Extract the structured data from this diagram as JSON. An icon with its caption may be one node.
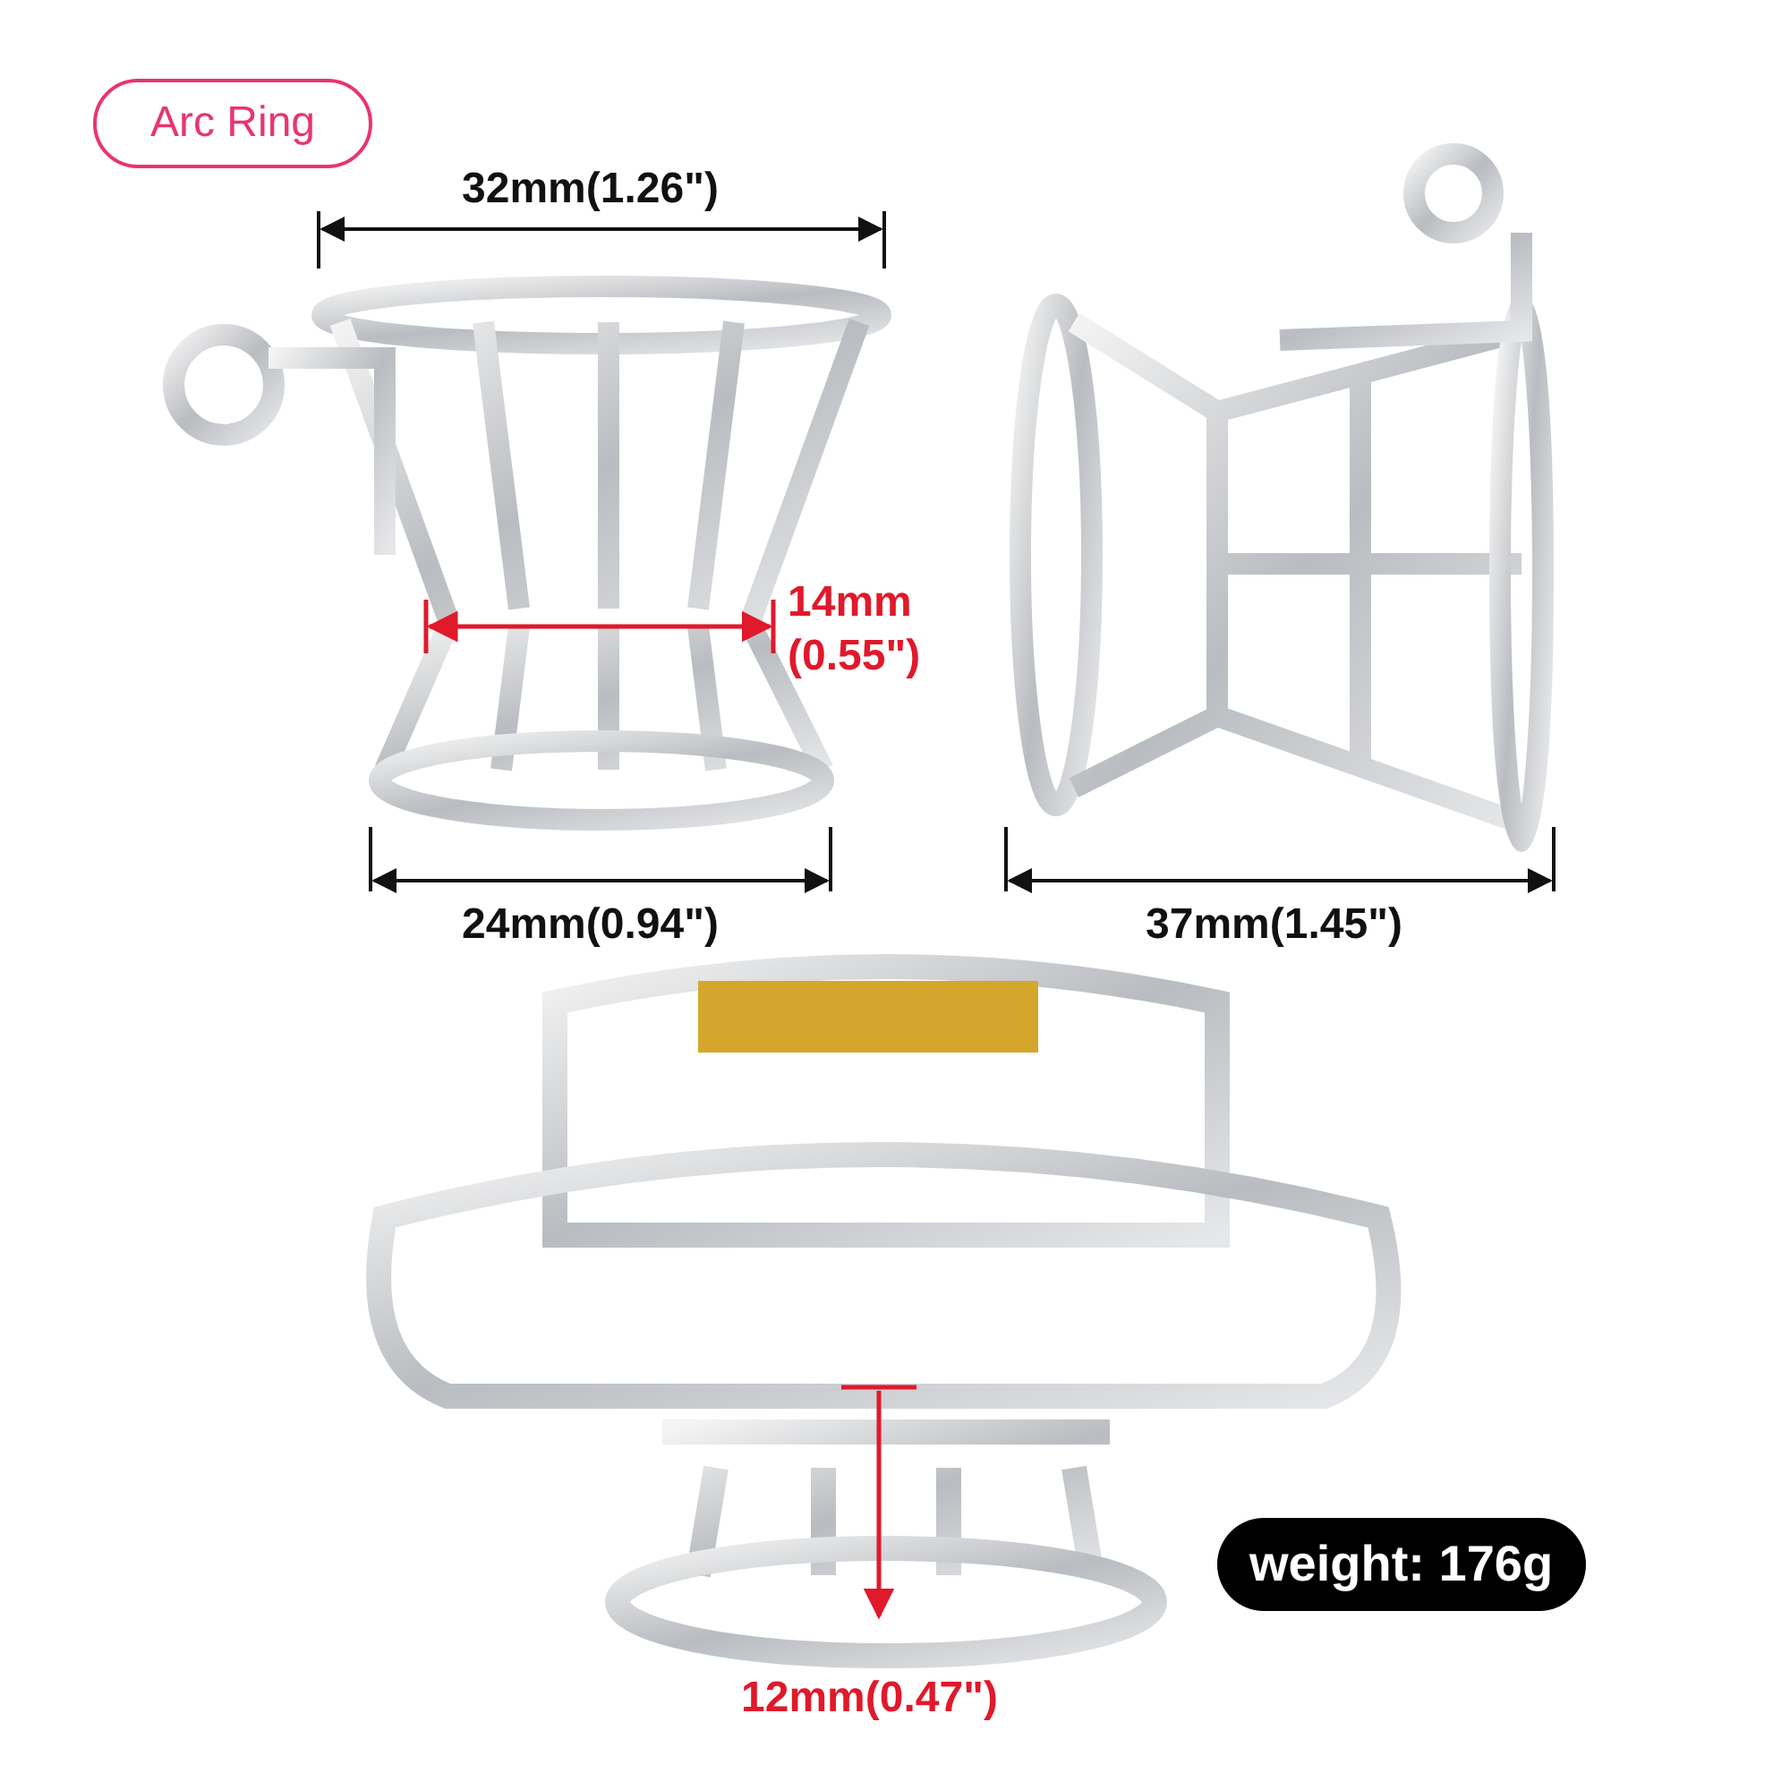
{
  "diagram": {
    "labels": [
      "Arc Ring",
      "32mm(1.26\")",
      "14mm (0.55\")",
      "24mm(0.94\")",
      "37mm(1.45\")",
      "12mm(0.47\")",
      "weight: 176g"
    ]
  }
}
